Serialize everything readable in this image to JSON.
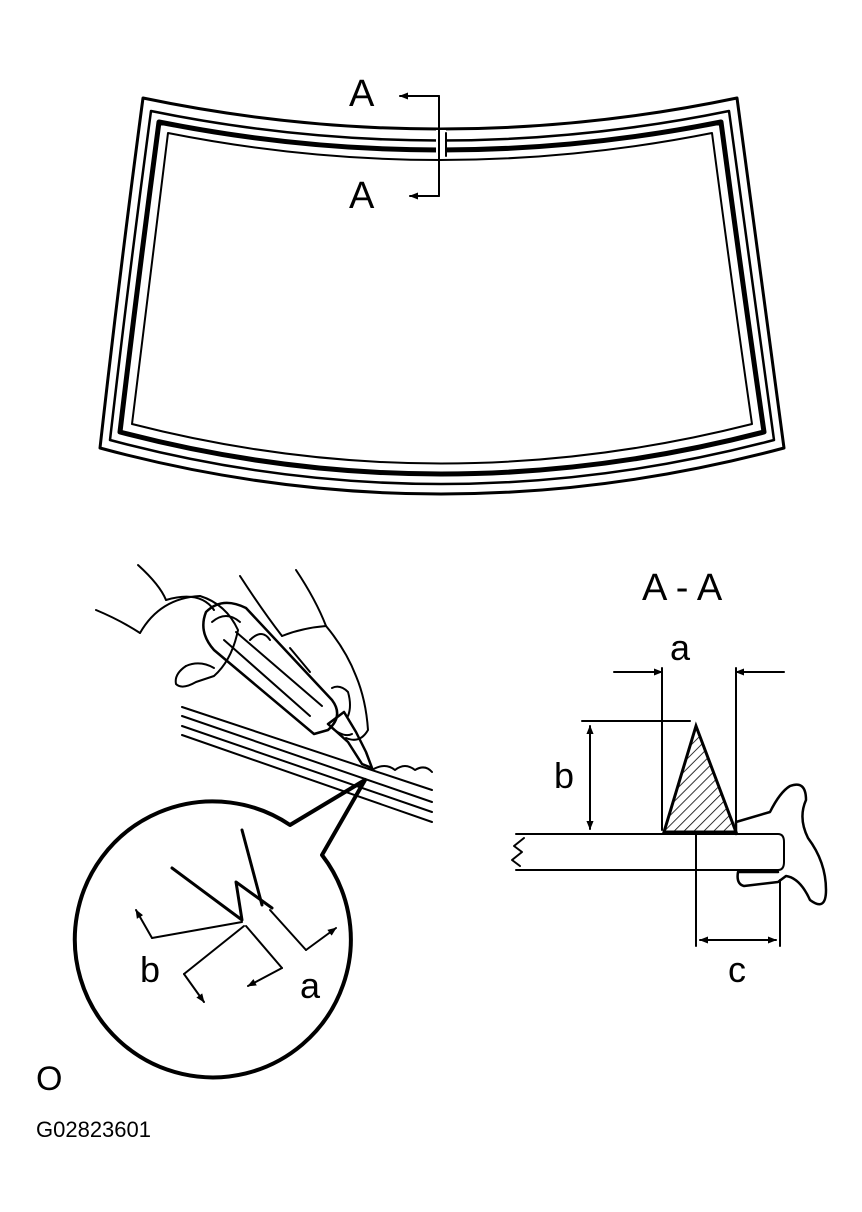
{
  "windshield": {
    "section_marker_top": "A",
    "section_marker_bottom": "A"
  },
  "section_view": {
    "title": "A - A",
    "dim_width": "a",
    "dim_height": "b",
    "dim_offset": "c"
  },
  "detail_bubble": {
    "dim_height": "b",
    "dim_width": "a"
  },
  "corner_mark": "O",
  "figure_code": "G02823601",
  "colors": {
    "ink": "#000000",
    "paper": "#ffffff"
  }
}
